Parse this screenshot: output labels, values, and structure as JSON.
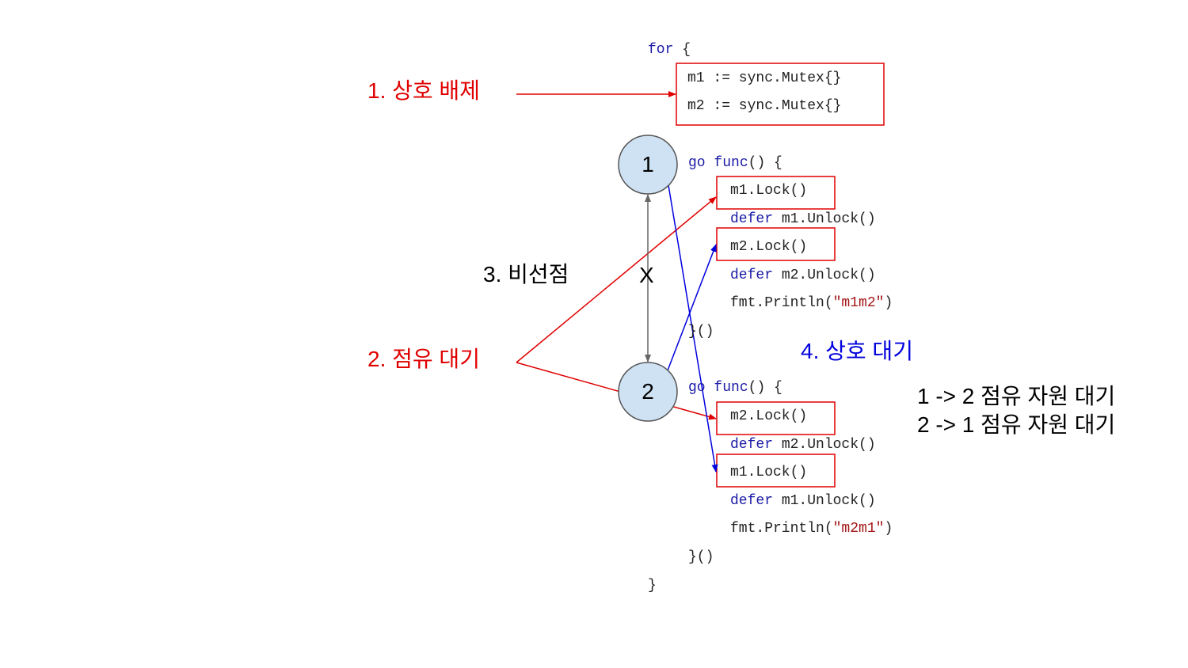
{
  "code": {
    "for_kw": "for",
    "for_open": " {",
    "m1_decl": "m1 := sync.Mutex{}",
    "m2_decl": "m2 := sync.Mutex{}",
    "go_kw": "go",
    "func_kw": "func",
    "func_tail": "() {",
    "defer_kw": "defer",
    "lock_m1": "m1.Lock()",
    "lock_m2": "m2.Lock()",
    "unlock_m1": " m1.Unlock()",
    "unlock_m2": " m2.Unlock()",
    "println_head": "fmt.Println(",
    "println_tail": ")",
    "str_m1m2": "\"m1m2\"",
    "str_m2m1": "\"m2m1\"",
    "close_call": "}()",
    "close_for": "}"
  },
  "labels": {
    "mutual_exclusion": "1. 상호 배제",
    "hold_and_wait": "2. 점유 대기",
    "no_preemption": "3. 비선점",
    "circular_wait": "4. 상호 대기",
    "x_mark": "X",
    "wait_1_2": "1 -> 2 점유 자원 대기",
    "wait_2_1": "2 -> 1 점유 자원 대기"
  },
  "nodes": {
    "node1": "1",
    "node2": "2"
  },
  "colors": {
    "red": "#e00000",
    "blue": "#0000dd",
    "node_fill": "#cfe2f3",
    "node_stroke": "#555555",
    "gray": "#666666",
    "keyword": "#1a1aa6",
    "string": "#a31515"
  }
}
